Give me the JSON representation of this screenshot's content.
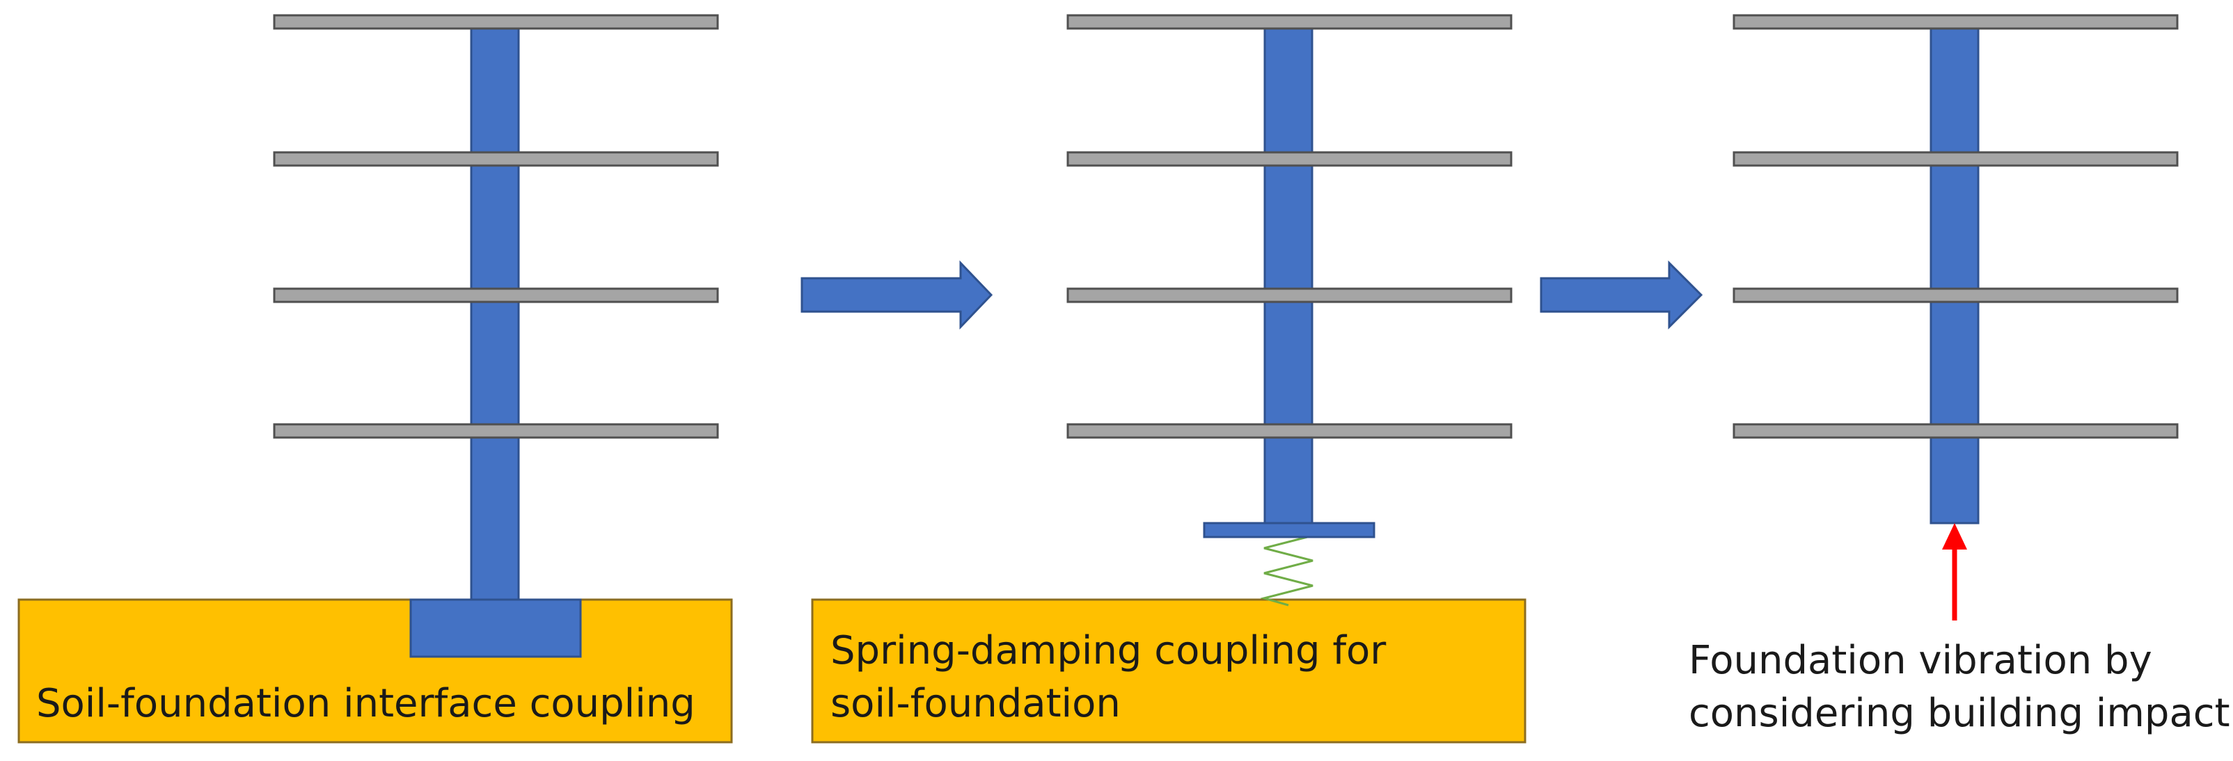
{
  "diagram": {
    "panel_1": {
      "label": "Soil-foundation interface coupling"
    },
    "panel_2": {
      "label_line_1": "Spring-damping coupling for",
      "label_line_2": "soil-foundation"
    },
    "panel_3": {
      "label_line_1": "Foundation vibration by",
      "label_line_2": "considering building impact"
    },
    "colors": {
      "column": "#4472C4",
      "column_outline": "#2F528F",
      "floor_slab": "#A5A5A5",
      "floor_outline": "#505050",
      "soil": "#FFC000",
      "soil_outline": "#8C6D1F",
      "spring": "#70AD47",
      "impact_arrow": "#FF0000"
    }
  }
}
